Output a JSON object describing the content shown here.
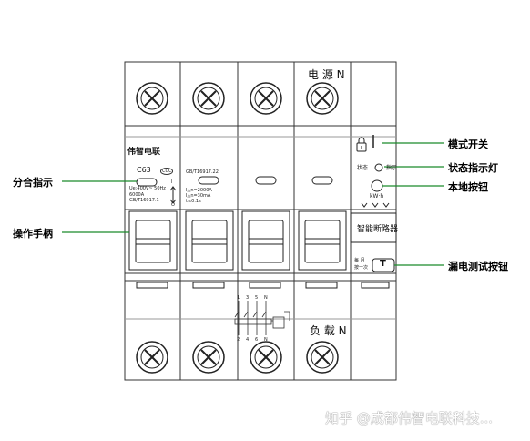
{
  "callouts": {
    "mode_switch": "模式开关",
    "status_light": "状态指示灯",
    "local_button": "本地按钮",
    "leakage_test_button": "漏电测试按钮",
    "open_close_indicator": "分合指示",
    "operating_handle": "操作手柄"
  },
  "device": {
    "power_label": "电 源 N",
    "load_label": "负 载 N",
    "brand": "伟智电联",
    "model": "C63",
    "cert_mark": "CCC",
    "spec_line1": "Ue:400V~ 50Hz",
    "spec_line2": "6000A",
    "spec_line3": "GB/T16917.1",
    "std_pole2": "GB/T16917.22",
    "leak_spec1": "I△n=2000A",
    "leak_spec2": "I△n=30mA",
    "leak_spec3": "t≤0.1s",
    "status_text": "状态",
    "indicator_text": "指示",
    "kwh_text": "kW·h",
    "smart_breaker_label": "智能断路器",
    "test_label_line1": "每 月",
    "test_label_line2": "按一次",
    "test_button_glyph": "T",
    "handle_on_mark": "I",
    "handle_off_mark": "O",
    "terminal_numbers": [
      "1",
      "3",
      "5",
      "N",
      "2",
      "4",
      "6",
      "N"
    ]
  },
  "watermark": "知乎 @成都伟智电联科技..."
}
